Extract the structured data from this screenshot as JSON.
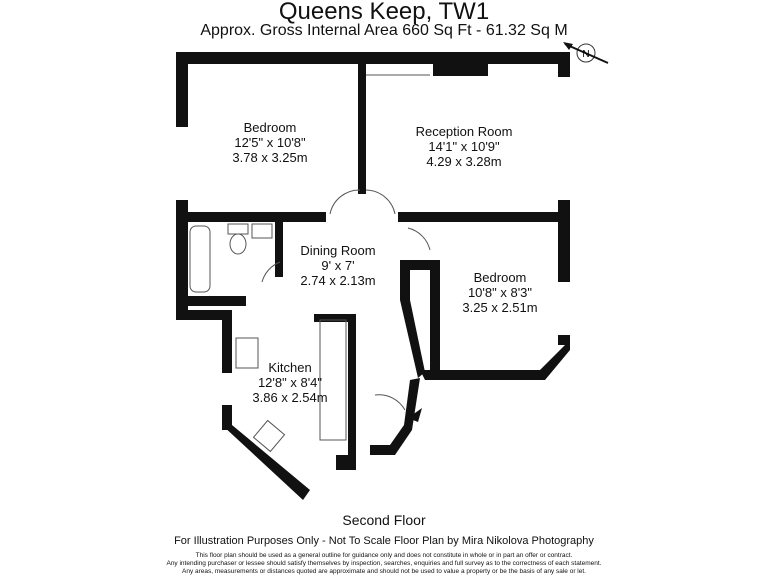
{
  "header": {
    "title": "Queens Keep, TW1",
    "area": "Approx. Gross Internal Area   660 Sq Ft  -  61.32 Sq M"
  },
  "compass": {
    "label": "N",
    "icon": "compass-icon"
  },
  "rooms": [
    {
      "name": "Bedroom",
      "imperial": "12'5\" x 10'8\"",
      "metric": "3.78 x 3.25m"
    },
    {
      "name": "Reception Room",
      "imperial": "14'1\" x 10'9\"",
      "metric": "4.29 x 3.28m"
    },
    {
      "name": "Dining Room",
      "imperial": "9' x 7'",
      "metric": "2.74 x 2.13m"
    },
    {
      "name": "Bedroom",
      "imperial": "10'8\" x 8'3\"",
      "metric": "3.25 x 2.51m"
    },
    {
      "name": "Kitchen",
      "imperial": "12'8\" x 8'4\"",
      "metric": "3.86 x 2.54m"
    }
  ],
  "floor_label": "Second Floor",
  "footer": {
    "illustration": "For Illustration Purposes Only - Not To Scale  Floor Plan by  Mira Nikolova Photography",
    "disclaimer": [
      "This floor plan should be used as a general outline for guidance only and does not constitute in whole or in part an offer or contract.",
      "Any intending purchaser or lessee should satisfy themselves by inspection, searches, enquiries and full survey as to the correctness of each statement.",
      "Any areas, measurements or distances quoted are approximate and should not be used to value a property or be the basis of any sale or let."
    ]
  }
}
